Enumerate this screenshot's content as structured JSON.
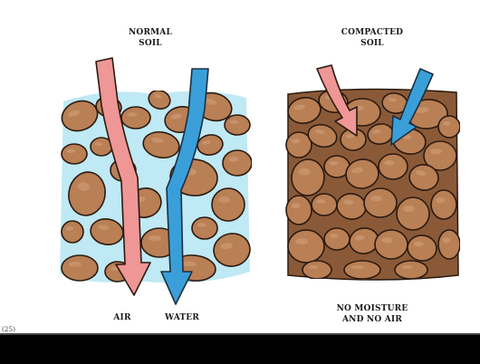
{
  "diagram": {
    "normal": {
      "title_line1": "NORMAL",
      "title_line2": "SOIL"
    },
    "compacted": {
      "title_line1": "COMPACTED",
      "title_line2": "SOIL",
      "caption_line1": "NO MOISTURE",
      "caption_line2": "AND NO AIR"
    },
    "legend": {
      "air": "AIR",
      "water": "WATER"
    },
    "figure_number": "(25)",
    "colors": {
      "stone_fill": "#b97f55",
      "stone_stroke": "#2b1a10",
      "water_bg": "#bfe9f4",
      "air_arrow": "#ef9696",
      "water_arrow": "#3a9fd9",
      "bottom_bar": "#000000"
    }
  }
}
